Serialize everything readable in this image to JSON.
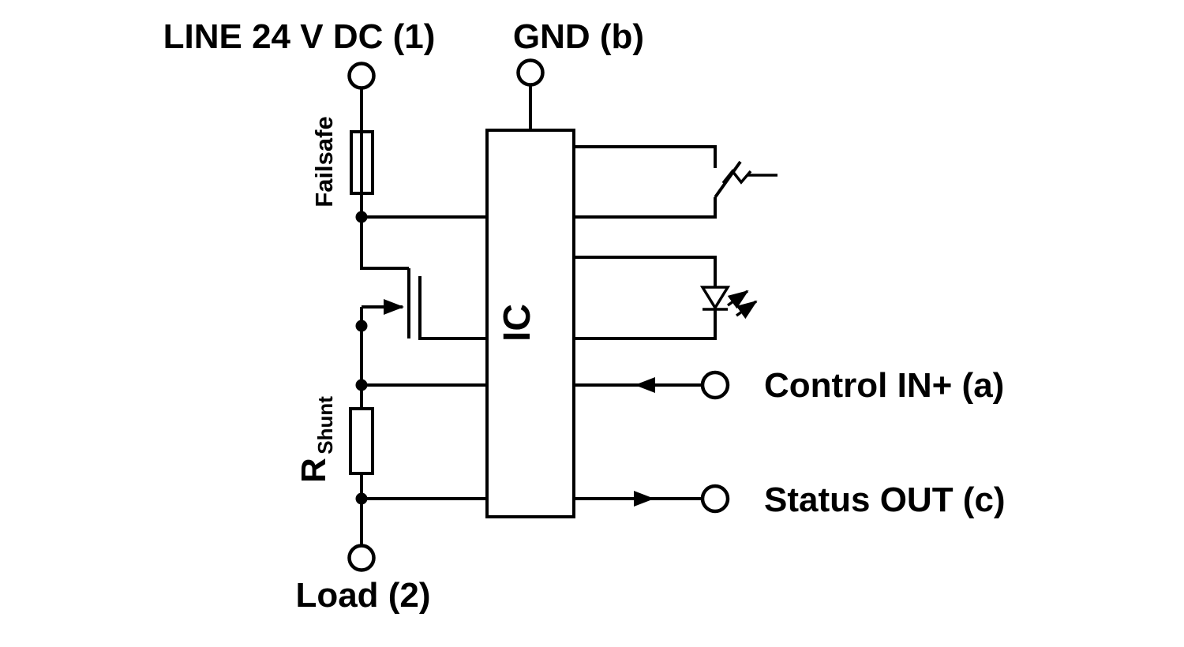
{
  "diagram": {
    "kind": "circuit-block-diagram",
    "background_color": "#ffffff",
    "line_color": "#000000",
    "terminals": {
      "line": {
        "label": "LINE 24 V DC (1)"
      },
      "gnd": {
        "label": "GND (b)"
      },
      "control_in": {
        "label": "Control IN+ (a)"
      },
      "status_out": {
        "label": "Status OUT (c)"
      },
      "load": {
        "label": "Load (2)"
      }
    },
    "components": {
      "failsafe": {
        "label": "Failsafe"
      },
      "ic": {
        "label": "IC"
      },
      "shunt": {
        "label_main": "R",
        "label_sub": "Shunt"
      },
      "symbols": [
        "mosfet",
        "switch-contact",
        "led"
      ]
    }
  }
}
